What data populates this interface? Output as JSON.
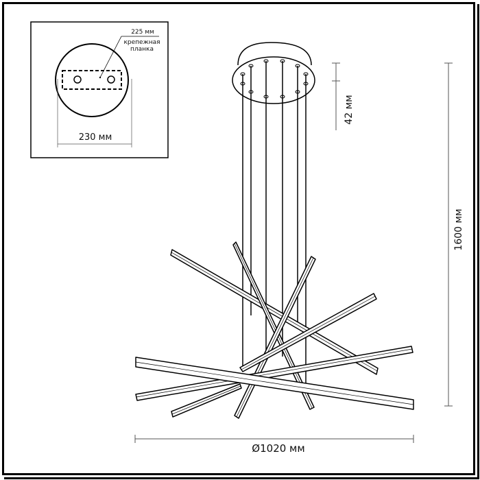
{
  "inset": {
    "mounting_plate_length": "225 мм",
    "mounting_plate_label_line1": "крепежная",
    "mounting_plate_label_line2": "планка",
    "canopy_diameter": "230 мм"
  },
  "dimensions": {
    "canopy_height": "42 мм",
    "total_height": "1600 мм",
    "diameter": "Ø1020 мм"
  },
  "colors": {
    "line": "#000000",
    "dimension_line": "#555555",
    "background": "#ffffff"
  }
}
